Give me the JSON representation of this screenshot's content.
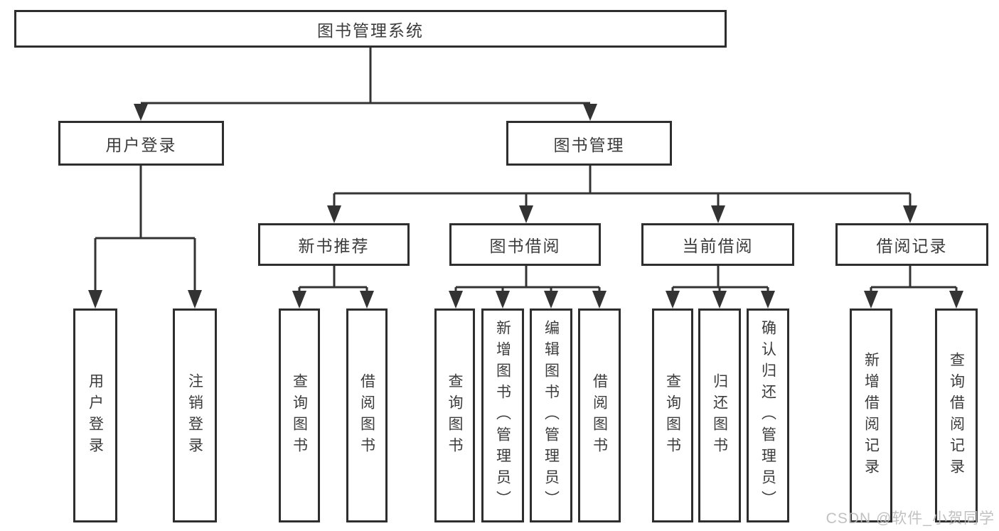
{
  "colors": {
    "line": "#333333",
    "border": "#2e2e2e",
    "text": "#3c3c3c",
    "background": "#ffffff",
    "watermark": "#bababa"
  },
  "watermark": "CSDN @软件_小贺同学",
  "nodes": {
    "root": {
      "label": "图书管理系统"
    },
    "user_login": {
      "label": "用户登录"
    },
    "book_management": {
      "label": "图书管理"
    },
    "new_book_recommend": {
      "label": "新书推荐"
    },
    "book_borrow": {
      "label": "图书借阅"
    },
    "current_borrow": {
      "label": "当前借阅"
    },
    "borrow_records": {
      "label": "借阅记录"
    },
    "leaf_user_login": {
      "label": "用户登录"
    },
    "leaf_logout": {
      "label": "注销登录"
    },
    "leaf_recommend_query_books": {
      "label": "查询图书"
    },
    "leaf_recommend_borrow_books": {
      "label": "借阅图书"
    },
    "leaf_borrow_query_books": {
      "label": "查询图书"
    },
    "leaf_borrow_add_books_admin": {
      "label": "新增图书（管理员）"
    },
    "leaf_borrow_edit_books_admin": {
      "label": "编辑图书（管理员）"
    },
    "leaf_borrow_borrow_books": {
      "label": "借阅图书"
    },
    "leaf_current_query_books": {
      "label": "查询图书"
    },
    "leaf_current_return_books": {
      "label": "归还图书"
    },
    "leaf_current_confirm_return_admin": {
      "label": "确认归还（管理员）"
    },
    "leaf_records_add_record": {
      "label": "新增借阅记录"
    },
    "leaf_records_query_record": {
      "label": "查询借阅记录"
    }
  },
  "hierarchy": {
    "图书管理系统": [
      "用户登录",
      "图书管理"
    ],
    "用户登录": [
      "用户登录",
      "注销登录"
    ],
    "图书管理": [
      "新书推荐",
      "图书借阅",
      "当前借阅",
      "借阅记录"
    ],
    "新书推荐": [
      "查询图书",
      "借阅图书"
    ],
    "图书借阅": [
      "查询图书",
      "新增图书（管理员）",
      "编辑图书（管理员）",
      "借阅图书"
    ],
    "当前借阅": [
      "查询图书",
      "归还图书",
      "确认归还（管理员）"
    ],
    "借阅记录": [
      "新增借阅记录",
      "查询借阅记录"
    ]
  }
}
